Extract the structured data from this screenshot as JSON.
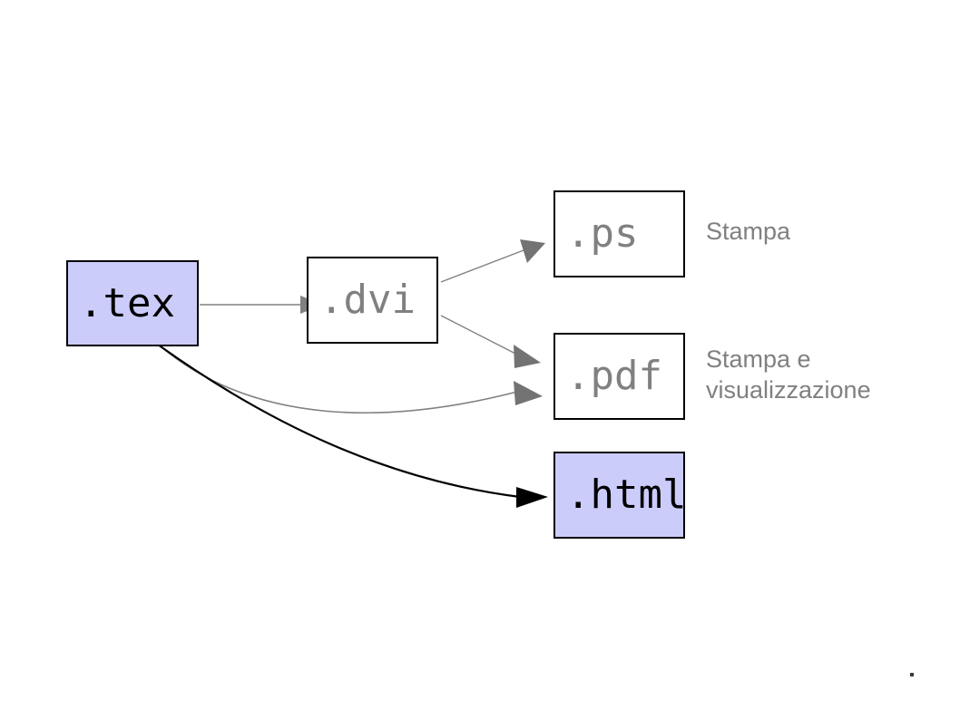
{
  "diagram": {
    "title": "LaTeX output formats flow",
    "background_color": "#ffffff",
    "nodes": [
      {
        "id": "tex",
        "label": ".tex",
        "fill": "#ccccfa",
        "border": "#000000",
        "text_color": "#000000"
      },
      {
        "id": "dvi",
        "label": ".dvi",
        "fill": "#ffffff",
        "border": "#000000",
        "text_color": "#808080"
      },
      {
        "id": "ps",
        "label": ".ps",
        "fill": "#ffffff",
        "border": "#000000",
        "text_color": "#808080"
      },
      {
        "id": "pdf",
        "label": ".pdf",
        "fill": "#ffffff",
        "border": "#000000",
        "text_color": "#808080"
      },
      {
        "id": "html",
        "label": ".html",
        "fill": "#ccccfa",
        "border": "#000000",
        "text_color": "#000000"
      }
    ],
    "edges": [
      {
        "id": "tex-dvi",
        "from": "tex",
        "to": "dvi",
        "color": "#808080",
        "style": "straight"
      },
      {
        "id": "dvi-ps",
        "from": "dvi",
        "to": "ps",
        "color": "#808080",
        "style": "straight"
      },
      {
        "id": "dvi-pdf",
        "from": "dvi",
        "to": "pdf",
        "color": "#808080",
        "style": "straight"
      },
      {
        "id": "tex-pdf",
        "from": "tex",
        "to": "pdf",
        "color": "#808080",
        "style": "curved"
      },
      {
        "id": "tex-html",
        "from": "tex",
        "to": "html",
        "color": "#000000",
        "style": "curved"
      }
    ],
    "annotations": {
      "ps_note": "Stampa",
      "pdf_note": "Stampa e\nvisualizzazione",
      "note_color": "#808080"
    }
  }
}
